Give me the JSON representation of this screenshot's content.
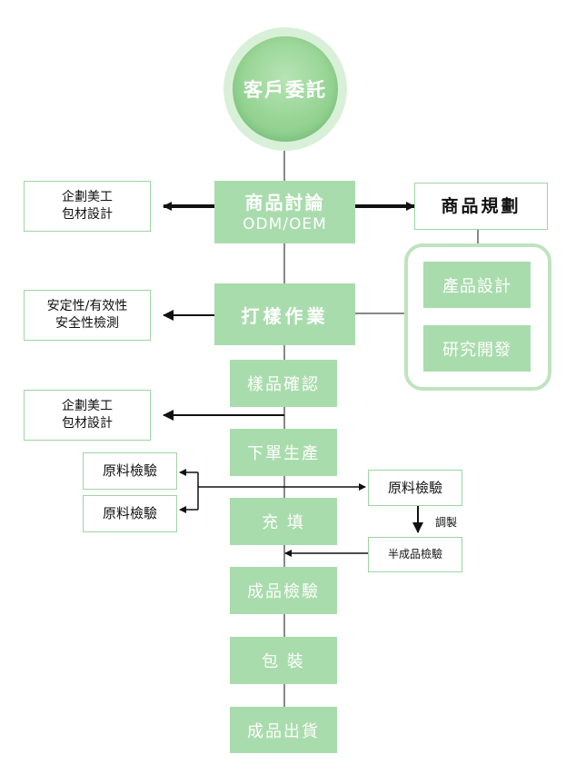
{
  "nodes": {
    "client": "客戶委託",
    "discuss_title": "商品討論",
    "discuss_sub": "ODM/OEM",
    "plan": "商品規劃",
    "design": "產品設計",
    "research": "研究開發",
    "sample": "打樣作業",
    "confirm": "樣品確認",
    "order": "下單生產",
    "fill": "充 填",
    "final_check": "成品檢驗",
    "pack": "包 裝",
    "ship": "成品出貨",
    "art1_l1": "企劃美工",
    "art1_l2": "包材設計",
    "safety_l1": "安定性/有效性",
    "safety_l2": "安全性檢測",
    "art2_l1": "企劃美工",
    "art2_l2": "包材設計",
    "raw1": "原料檢驗",
    "raw2": "原料檢驗",
    "raw3": "原料檢驗",
    "semi": "半成品檢驗",
    "mix_label": "調製"
  },
  "colors": {
    "box_fill": "#a9dcac",
    "box_border": "#9fd3a3",
    "line": "#111111",
    "group_border": "#bfe3bf"
  }
}
